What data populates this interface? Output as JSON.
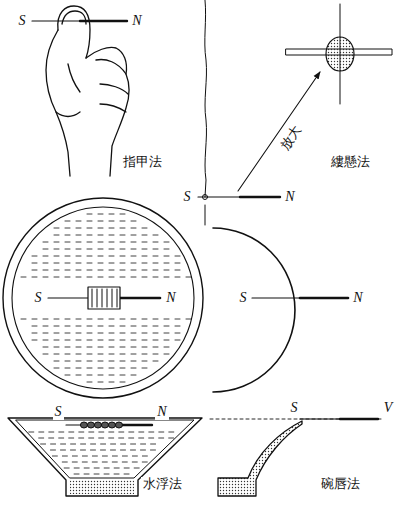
{
  "diagram": {
    "labels": [
      "S",
      "N",
      "指甲法",
      "放大",
      "S",
      "N",
      "縷懸法",
      "S",
      "N",
      "S",
      "N",
      "S",
      "N",
      "水浮法",
      "S",
      "V",
      "碗唇法"
    ]
  }
}
